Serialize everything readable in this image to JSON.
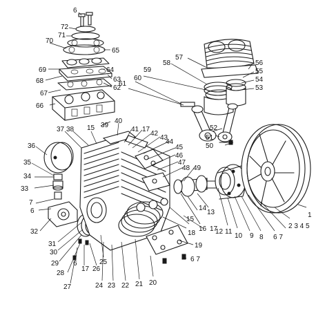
{
  "diagram": {
    "labels": [
      {
        "id": "1",
        "text": "1"
      },
      {
        "id": "2345",
        "text": "2 3 4 5"
      },
      {
        "id": "67a",
        "text": "6 7"
      },
      {
        "id": "8",
        "text": "8"
      },
      {
        "id": "9",
        "text": "9"
      },
      {
        "id": "10",
        "text": "10"
      },
      {
        "id": "11",
        "text": "11"
      },
      {
        "id": "12",
        "text": "12"
      },
      {
        "id": "13",
        "text": "13"
      },
      {
        "id": "14",
        "text": "14"
      },
      {
        "id": "15a",
        "text": "15"
      },
      {
        "id": "16",
        "text": "16"
      },
      {
        "id": "17a",
        "text": "17"
      },
      {
        "id": "18",
        "text": "18"
      },
      {
        "id": "19",
        "text": "19"
      },
      {
        "id": "67b",
        "text": "6 7"
      },
      {
        "id": "20",
        "text": "20"
      },
      {
        "id": "21",
        "text": "21"
      },
      {
        "id": "22",
        "text": "22"
      },
      {
        "id": "23",
        "text": "23"
      },
      {
        "id": "24",
        "text": "24"
      },
      {
        "id": "25",
        "text": "25"
      },
      {
        "id": "26",
        "text": "26"
      },
      {
        "id": "17b",
        "text": "17"
      },
      {
        "id": "6a",
        "text": "6"
      },
      {
        "id": "27",
        "text": "27"
      },
      {
        "id": "28",
        "text": "28"
      },
      {
        "id": "29",
        "text": "29"
      },
      {
        "id": "30",
        "text": "30"
      },
      {
        "id": "31",
        "text": "31"
      },
      {
        "id": "32",
        "text": "32"
      },
      {
        "id": "6b",
        "text": "6"
      },
      {
        "id": "7a",
        "text": "7"
      },
      {
        "id": "33",
        "text": "33"
      },
      {
        "id": "34",
        "text": "34"
      },
      {
        "id": "35",
        "text": "35"
      },
      {
        "id": "36",
        "text": "36"
      },
      {
        "id": "37",
        "text": "37"
      },
      {
        "id": "38",
        "text": "38"
      },
      {
        "id": "15b",
        "text": "15"
      },
      {
        "id": "39",
        "text": "39"
      },
      {
        "id": "40",
        "text": "40"
      },
      {
        "id": "41",
        "text": "41"
      },
      {
        "id": "17c",
        "text": "17"
      },
      {
        "id": "42",
        "text": "42"
      },
      {
        "id": "43",
        "text": "43"
      },
      {
        "id": "44",
        "text": "44"
      },
      {
        "id": "45",
        "text": "45"
      },
      {
        "id": "46",
        "text": "46"
      },
      {
        "id": "47",
        "text": "47"
      },
      {
        "id": "48",
        "text": "48"
      },
      {
        "id": "49",
        "text": "49"
      },
      {
        "id": "50",
        "text": "50"
      },
      {
        "id": "51",
        "text": "51"
      },
      {
        "id": "52",
        "text": "52"
      },
      {
        "id": "53",
        "text": "53"
      },
      {
        "id": "54",
        "text": "54"
      },
      {
        "id": "55",
        "text": "55"
      },
      {
        "id": "56",
        "text": "56"
      },
      {
        "id": "57",
        "text": "57"
      },
      {
        "id": "58",
        "text": "58"
      },
      {
        "id": "59",
        "text": "59"
      },
      {
        "id": "60",
        "text": "60"
      },
      {
        "id": "61",
        "text": "61"
      },
      {
        "id": "62",
        "text": "62"
      },
      {
        "id": "63",
        "text": "63"
      },
      {
        "id": "64",
        "text": "64"
      },
      {
        "id": "65",
        "text": "65"
      },
      {
        "id": "66",
        "text": "66"
      },
      {
        "id": "67",
        "text": "67"
      },
      {
        "id": "68",
        "text": "68"
      },
      {
        "id": "69",
        "text": "69"
      },
      {
        "id": "70",
        "text": "70"
      },
      {
        "id": "71",
        "text": "71"
      },
      {
        "id": "72",
        "text": "72"
      },
      {
        "id": "6c",
        "text": "6"
      }
    ]
  }
}
